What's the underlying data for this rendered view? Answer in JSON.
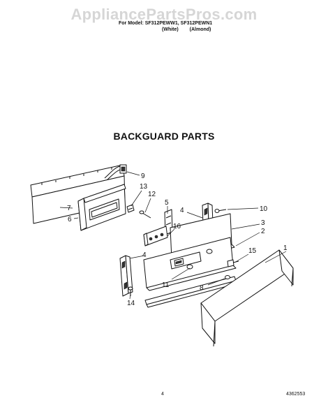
{
  "watermark": "AppliancePartsPros.com",
  "model": {
    "line1": "For Model: SF312PEWW1, SF312PEWN1",
    "white": "(White)",
    "almond": "(Almond)"
  },
  "title": "BACKGUARD PARTS",
  "callouts": {
    "c9": "9",
    "c13": "13",
    "c12": "12",
    "c5": "5",
    "c4a": "4",
    "c10": "10",
    "c7": "7",
    "c6": "6",
    "c16": "16",
    "c3": "3",
    "c2": "2",
    "c4b": "4",
    "c15": "15",
    "c1": "1",
    "c11": "11",
    "c8": "8",
    "c14": "14"
  },
  "footer": {
    "page_number": "4",
    "doc_number": "4362553"
  }
}
